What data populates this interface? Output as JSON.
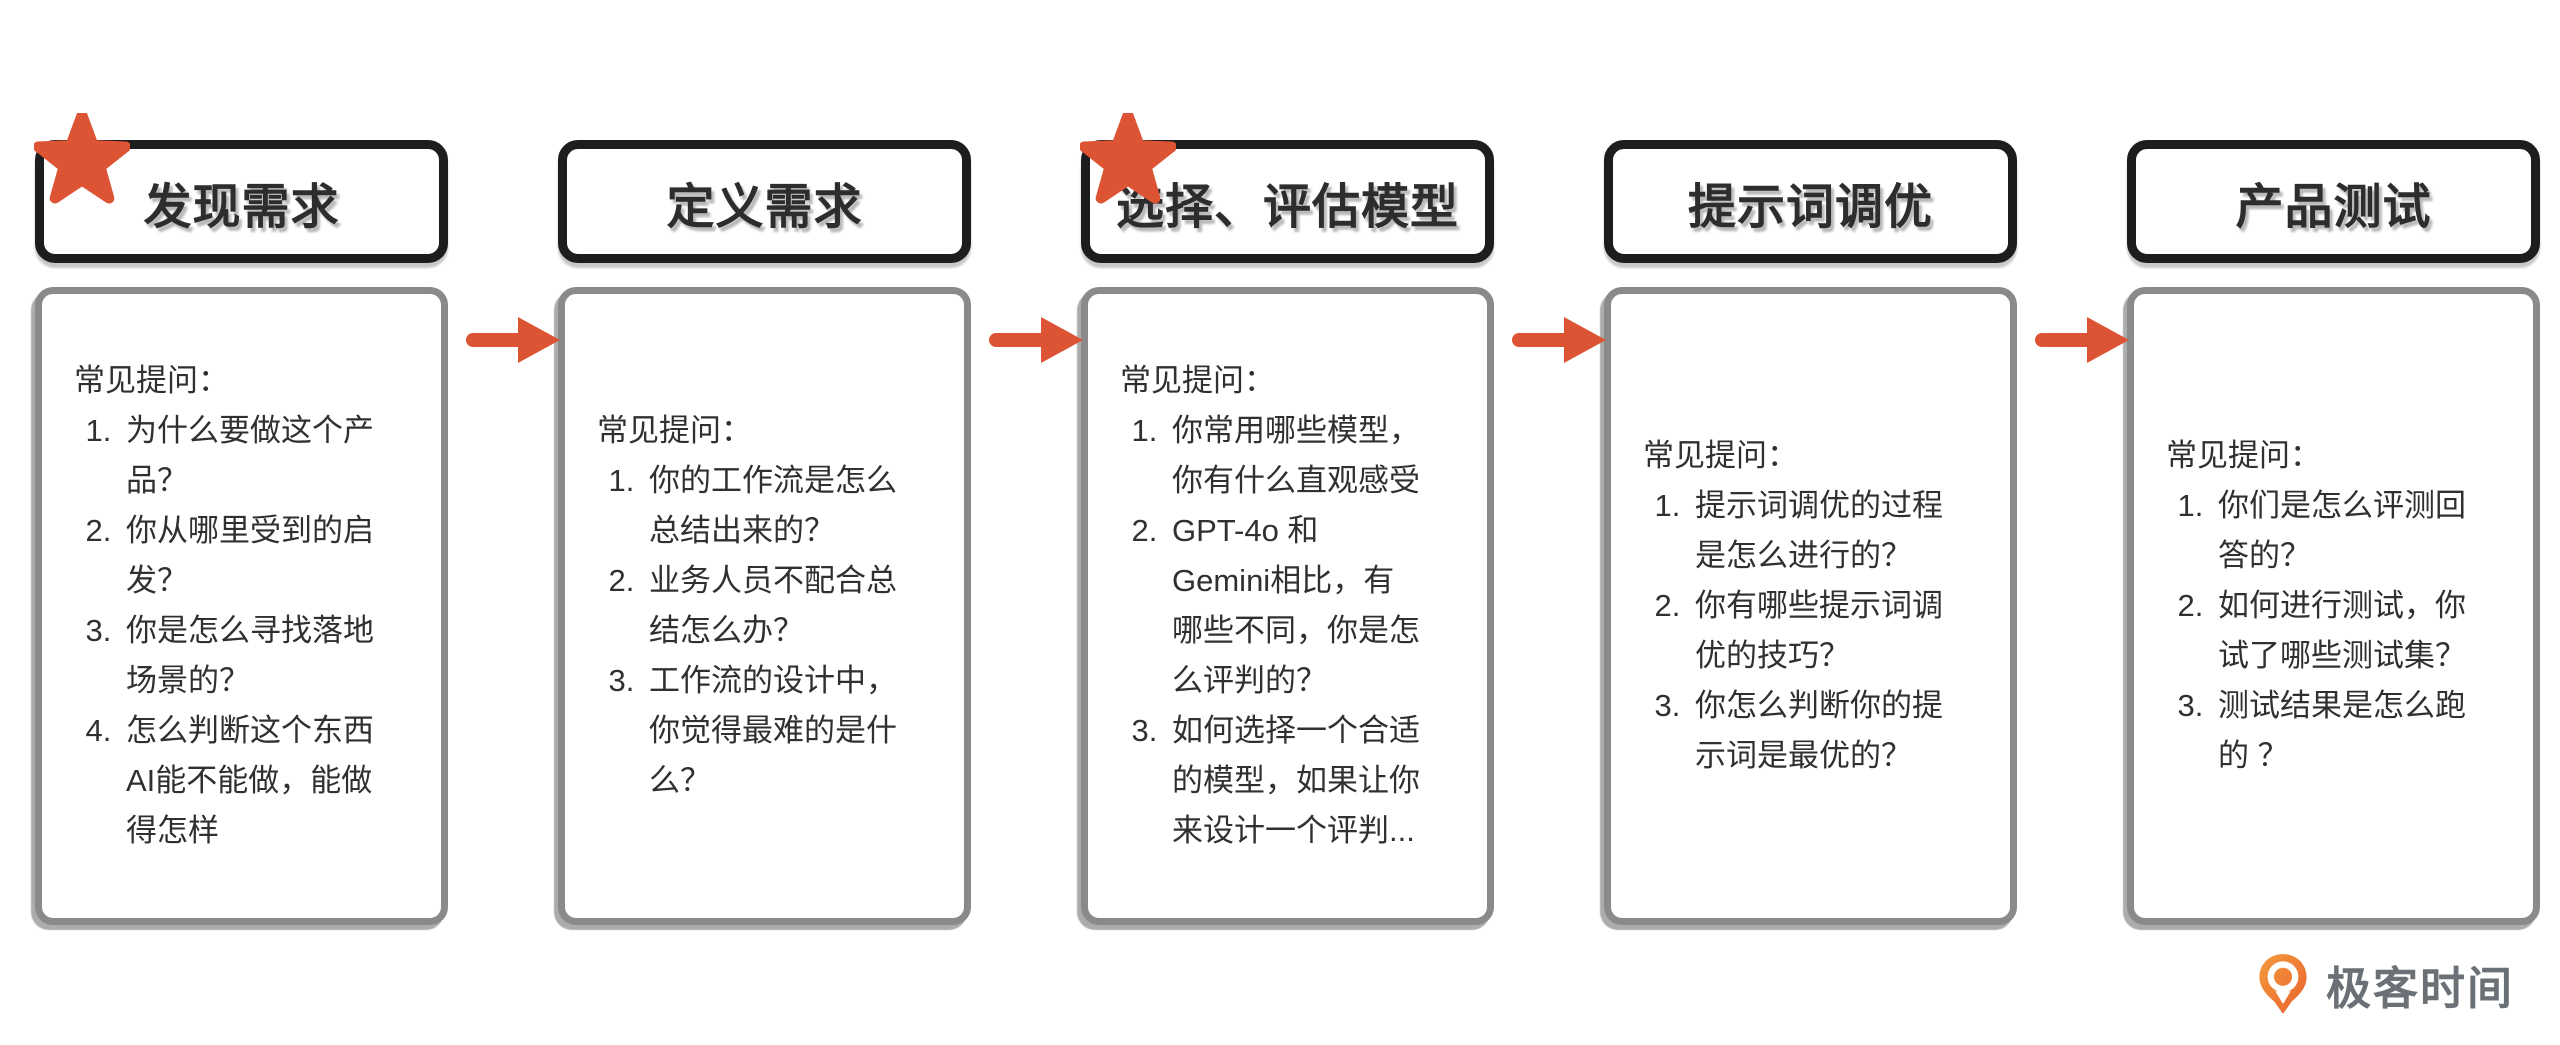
{
  "stages": [
    {
      "title": "发现需求",
      "starred": true,
      "questions_label": "常见提问：",
      "questions": [
        "为什么要做这个产\n品？",
        "你从哪里受到的启\n发？",
        "你是怎么寻找落地\n场景的？",
        "怎么判断这个东西\nAI能不能做，能做\n得怎样"
      ]
    },
    {
      "title": "定义需求",
      "starred": false,
      "questions_label": "常见提问：",
      "questions": [
        "你的工作流是怎么\n总结出来的？",
        "业务人员不配合总\n结怎么办？",
        "工作流的设计中，\n你觉得最难的是什\n么？"
      ]
    },
    {
      "title": "选择、评估模型",
      "starred": true,
      "questions_label": "常见提问：",
      "questions": [
        "你常用哪些模型，\n你有什么直观感受",
        "GPT-4o 和\nGemini相比，有\n哪些不同，你是怎\n么评判的？",
        "如何选择一个合适\n的模型，如果让你\n来设计一个评判..."
      ]
    },
    {
      "title": "提示词调优",
      "starred": false,
      "questions_label": "常见提问：",
      "questions": [
        "提示词调优的过程\n是怎么进行的？",
        "你有哪些提示词调\n优的技巧？",
        "你怎么判断你的提\n示词是最优的？"
      ]
    },
    {
      "title": "产品测试",
      "starred": false,
      "questions_label": "常见提问：",
      "questions": [
        "你们是怎么评测回\n答的？",
        "如何进行测试，你\n试了哪些测试集？",
        "测试结果是怎么跑\n的 ？"
      ]
    }
  ],
  "brand": {
    "name": "极客时间"
  },
  "colors": {
    "accent": "#DC5433",
    "header_border": "#1D1D1F",
    "card_border": "#8A8A8A",
    "text": "#303030",
    "brand_text": "#6A7076",
    "logo_orange_light": "#F59A3E",
    "logo_orange_dark": "#E8622C"
  }
}
